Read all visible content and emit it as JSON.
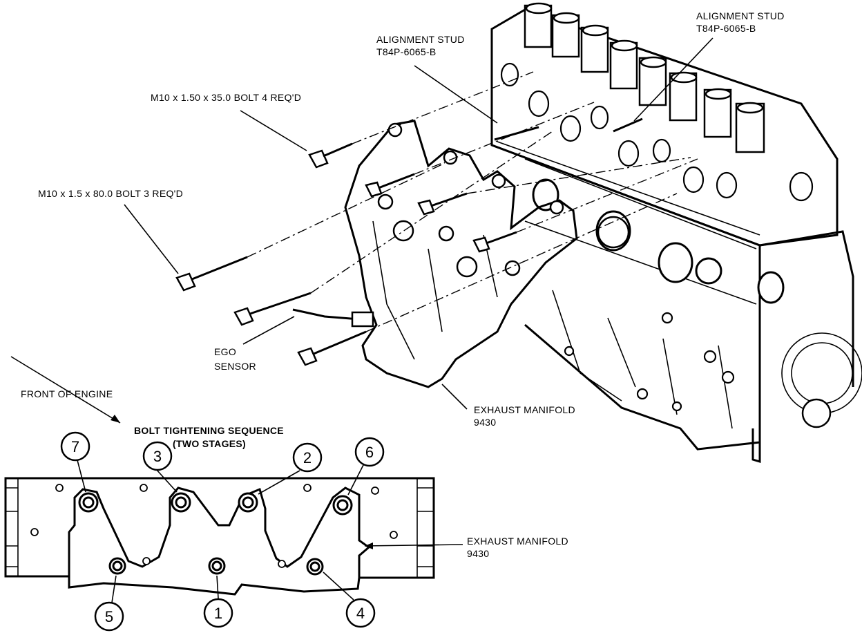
{
  "labels": {
    "stud_left": [
      "ALIGNMENT STUD",
      "T84P-6065-B"
    ],
    "stud_right": [
      "ALIGNMENT STUD",
      "T84P-6065-B"
    ],
    "bolt_short": "M10 x 1.50 x 35.0 BOLT 4 REQ'D",
    "bolt_long": "M10 x 1.5 x 80.0 BOLT 3 REQ'D",
    "ego": [
      "EGO",
      "SENSOR"
    ],
    "manifold_top": [
      "EXHAUST MANIFOLD",
      "9430"
    ],
    "front": "FRONT OF ENGINE",
    "sequence": [
      "BOLT TIGHTENING SEQUENCE",
      "(TWO STAGES)"
    ],
    "manifold_bottom": [
      "EXHAUST MANIFOLD",
      "9430"
    ]
  },
  "sequence_numbers": [
    "7",
    "3",
    "2",
    "6",
    "5",
    "1",
    "4"
  ]
}
